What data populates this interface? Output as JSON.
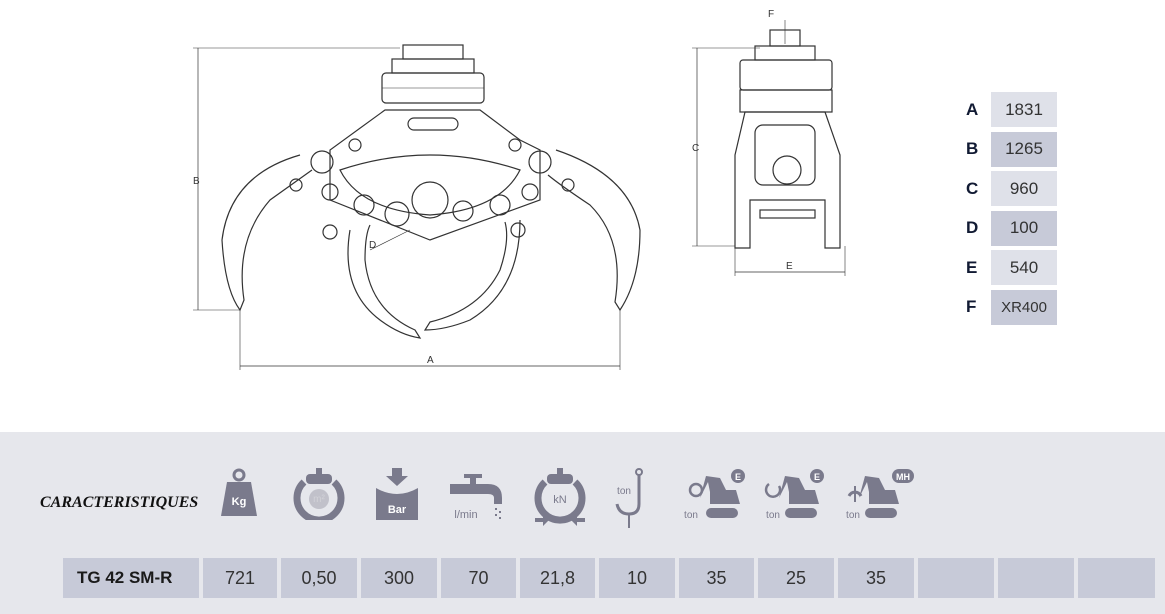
{
  "drawing": {
    "dimension_labels": {
      "A": "A",
      "B": "B",
      "C": "C",
      "D": "D",
      "E": "E",
      "F": "F"
    }
  },
  "dimensions": [
    {
      "letter": "A",
      "value": "1831"
    },
    {
      "letter": "B",
      "value": "1265"
    },
    {
      "letter": "C",
      "value": "960"
    },
    {
      "letter": "D",
      "value": "100"
    },
    {
      "letter": "E",
      "value": "540"
    },
    {
      "letter": "F",
      "value": "XR400"
    }
  ],
  "characteristics": {
    "title": "CARACTERISTIQUES",
    "icons": [
      {
        "name": "weight-icon",
        "label": "Kg"
      },
      {
        "name": "grab-area-icon",
        "label": "m²"
      },
      {
        "name": "pressure-icon",
        "label": "Bar"
      },
      {
        "name": "flow-icon",
        "label": "l/min"
      },
      {
        "name": "force-icon",
        "label": "kN"
      },
      {
        "name": "hook-load-icon",
        "label": "ton"
      },
      {
        "name": "excavator-e-rotator-icon",
        "label": "ton",
        "badge": "E"
      },
      {
        "name": "excavator-e-icon",
        "label": "ton",
        "badge": "E"
      },
      {
        "name": "excavator-mh-icon",
        "label": "ton",
        "badge": "MH"
      }
    ],
    "model": "TG 42 SM-R",
    "values": [
      "721",
      "0,50",
      "300",
      "70",
      "21,8",
      "10",
      "35",
      "25",
      "35",
      "",
      "",
      ""
    ]
  },
  "colors": {
    "icon": "#7a7a8c",
    "panel": "#e6e7ec",
    "cell": "#c7cad8"
  }
}
